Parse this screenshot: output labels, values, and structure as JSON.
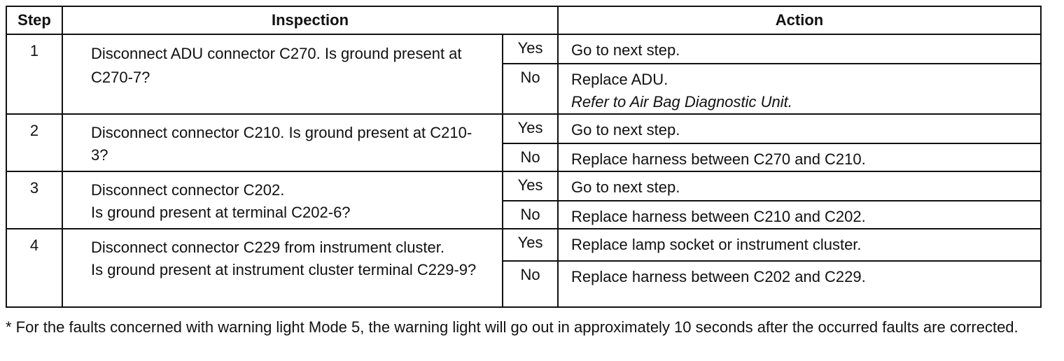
{
  "table": {
    "headers": {
      "step": "Step",
      "inspection": "Inspection",
      "action": "Action"
    },
    "rows": [
      {
        "step": "1",
        "inspection": "Disconnect ADU connector C270. Is ground present at C270-7?",
        "yes_label": "Yes",
        "yes_action": "Go to next step.",
        "no_label": "No",
        "no_action": "Replace ADU.",
        "no_note": "Refer to Air Bag Diagnostic Unit."
      },
      {
        "step": "2",
        "inspection": "Disconnect connector C210. Is ground present at C210-3?",
        "yes_label": "Yes",
        "yes_action": "Go to next step.",
        "no_label": "No",
        "no_action": "Replace harness between C270 and C210."
      },
      {
        "step": "3",
        "inspection_line1": "Disconnect connector C202.",
        "inspection_line2": "Is ground present at terminal C202-6?",
        "yes_label": "Yes",
        "yes_action": "Go to next step.",
        "no_label": "No",
        "no_action": "Replace harness between C210 and C202."
      },
      {
        "step": "4",
        "inspection_line1": "Disconnect connector C229 from instrument cluster.",
        "inspection_line2": "Is ground present at instrument cluster terminal C229-9?",
        "yes_label": "Yes",
        "yes_action": "Replace lamp socket or instrument cluster.",
        "no_label": "No",
        "no_action": "Replace harness between C202 and C229."
      }
    ]
  },
  "footnote": "* For the faults concerned with warning light Mode 5, the warning light will go out in approximately 10 seconds after the occurred faults are corrected."
}
